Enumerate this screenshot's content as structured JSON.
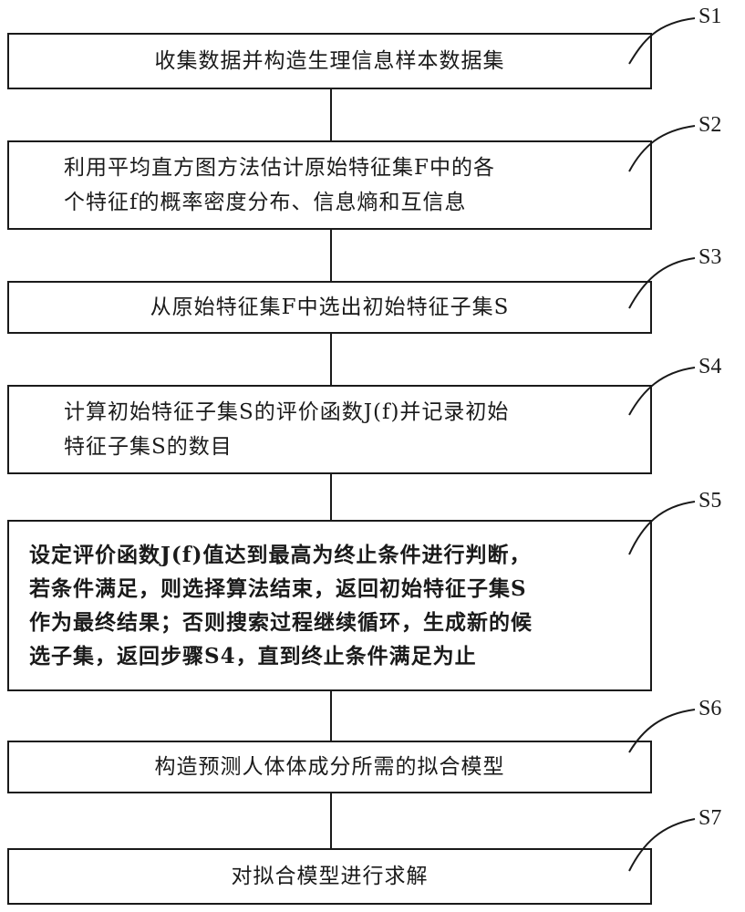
{
  "steps": [
    {
      "id": "S1",
      "text": "收集数据并构造生理信息样本数据集"
    },
    {
      "id": "S2",
      "text": "利用平均直方图方法估计原始特征集F中的各\n个特征f的概率密度分布、信息熵和互信息"
    },
    {
      "id": "S3",
      "text": "从原始特征集F中选出初始特征子集S"
    },
    {
      "id": "S4",
      "text": "计算初始特征子集S的评价函数J(f)并记录初始\n特征子集S的数目"
    },
    {
      "id": "S5",
      "text": "设定评价函数J(f)值达到最高为终止条件进行判断，\n若条件满足，则选择算法结束，返回初始特征子集S\n作为最终结果；否则搜索过程继续循环，生成新的候\n选子集，返回步骤S4，直到终止条件满足为止"
    },
    {
      "id": "S6",
      "text": "构造预测人体体成分所需的拟合模型"
    },
    {
      "id": "S7",
      "text": "对拟合模型进行求解"
    }
  ]
}
